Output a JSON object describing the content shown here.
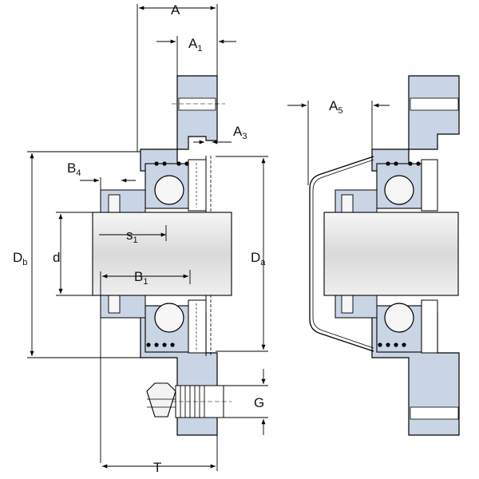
{
  "labels": {
    "A": "A",
    "A1": {
      "main": "A",
      "sub": "1"
    },
    "A3": {
      "main": "A",
      "sub": "3"
    },
    "A5": {
      "main": "A",
      "sub": "5"
    },
    "B4": {
      "main": "B",
      "sub": "4"
    },
    "s1": {
      "main": "s",
      "sub": "1"
    },
    "B1": {
      "main": "B",
      "sub": "1"
    },
    "Db": {
      "main": "D",
      "sub": "b"
    },
    "d": "d",
    "Da": {
      "main": "D",
      "sub": "a"
    },
    "G": "G",
    "T": "T"
  },
  "colors": {
    "housing": "#c9d4e4",
    "shaft": "#e3e3e3",
    "ball": "#f6f6f6",
    "line": "#000000",
    "bolt": "#f3f3f3",
    "dots": "#000000"
  },
  "icons": {
    "dimension-arrow": "arrowhead",
    "ball": "circle",
    "bolt": "hex-bolt"
  }
}
